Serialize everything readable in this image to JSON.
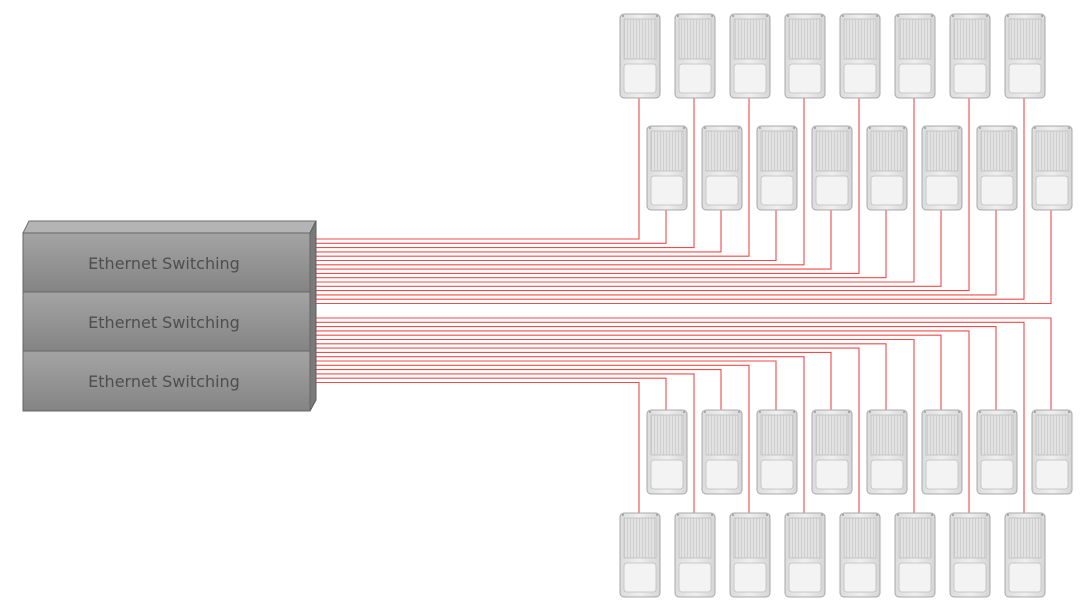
{
  "diagram": {
    "switches": [
      {
        "label": "Ethernet Switching"
      },
      {
        "label": "Ethernet Switching"
      },
      {
        "label": "Ethernet Switching"
      }
    ],
    "device_rows": [
      {
        "count": 8
      },
      {
        "count": 8
      },
      {
        "count": 8
      },
      {
        "count": 8
      }
    ],
    "colors": {
      "cable": "#f04a4a",
      "switch_fill": "#8c8c8c",
      "device_body": "#e6e6e6"
    }
  }
}
